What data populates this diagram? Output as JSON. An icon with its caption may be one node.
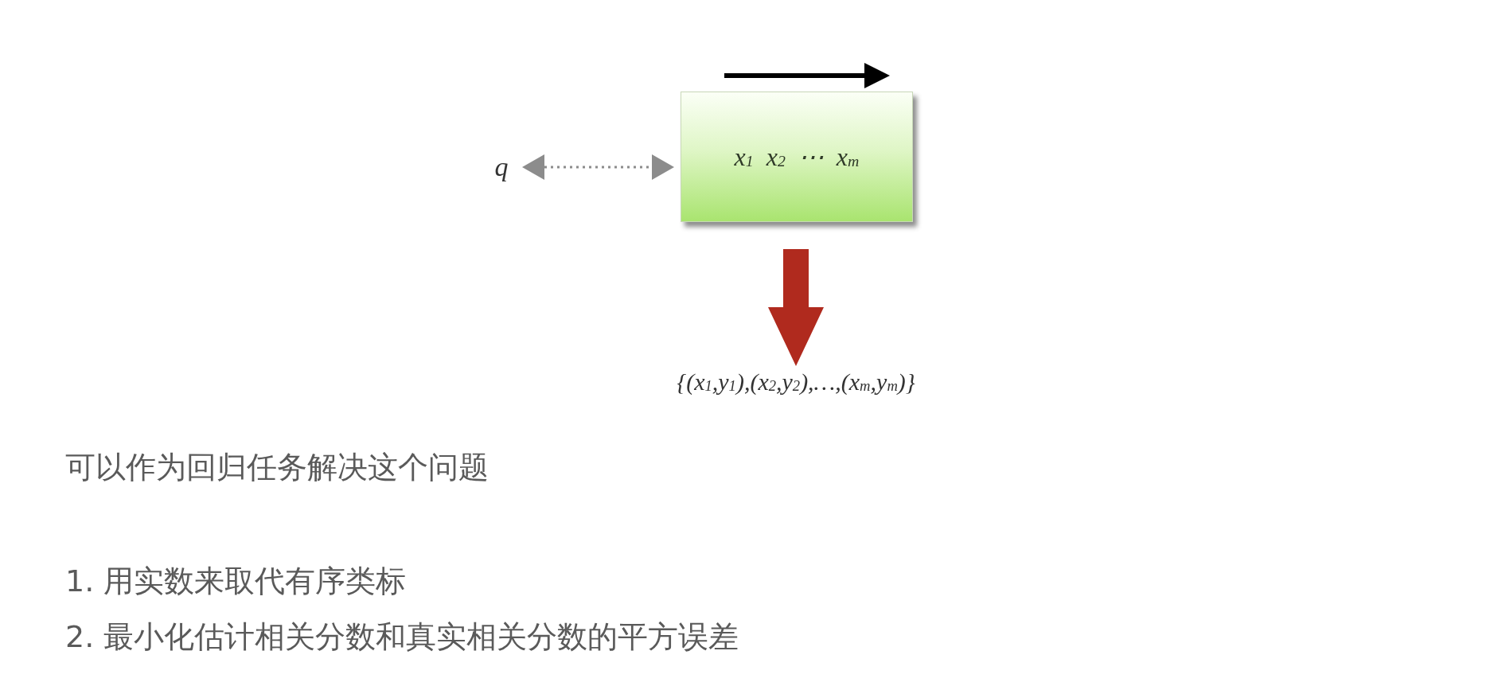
{
  "diagram": {
    "nodes": [
      {
        "text": [
          "q"
        ]
      },
      {
        "text": [
          "x$_{1}$  x$_{2}$  ⋯  x$_{m}$"
        ]
      },
      {
        "text": [
          "{(x$_{1}$,y$_{1}$),(x$_{2}$,y$_{2}$),…,(x$_{m}$,y$_{m}$)}"
        ]
      }
    ],
    "edges": [
      {
        "from": 0,
        "to": 1,
        "arrow": "both",
        "style": "dashed",
        "color": "#8c8c8c"
      },
      {
        "from": 1,
        "to": 2,
        "arrow": "to",
        "style": "thick",
        "color": "#b02a1e"
      }
    ],
    "labels": [
      "可以作为回归任务解决这个问题",
      "1. 用实数来取代有序类标",
      "2. 最小化估计相关分数和真实相关分数的平方误差"
    ]
  }
}
